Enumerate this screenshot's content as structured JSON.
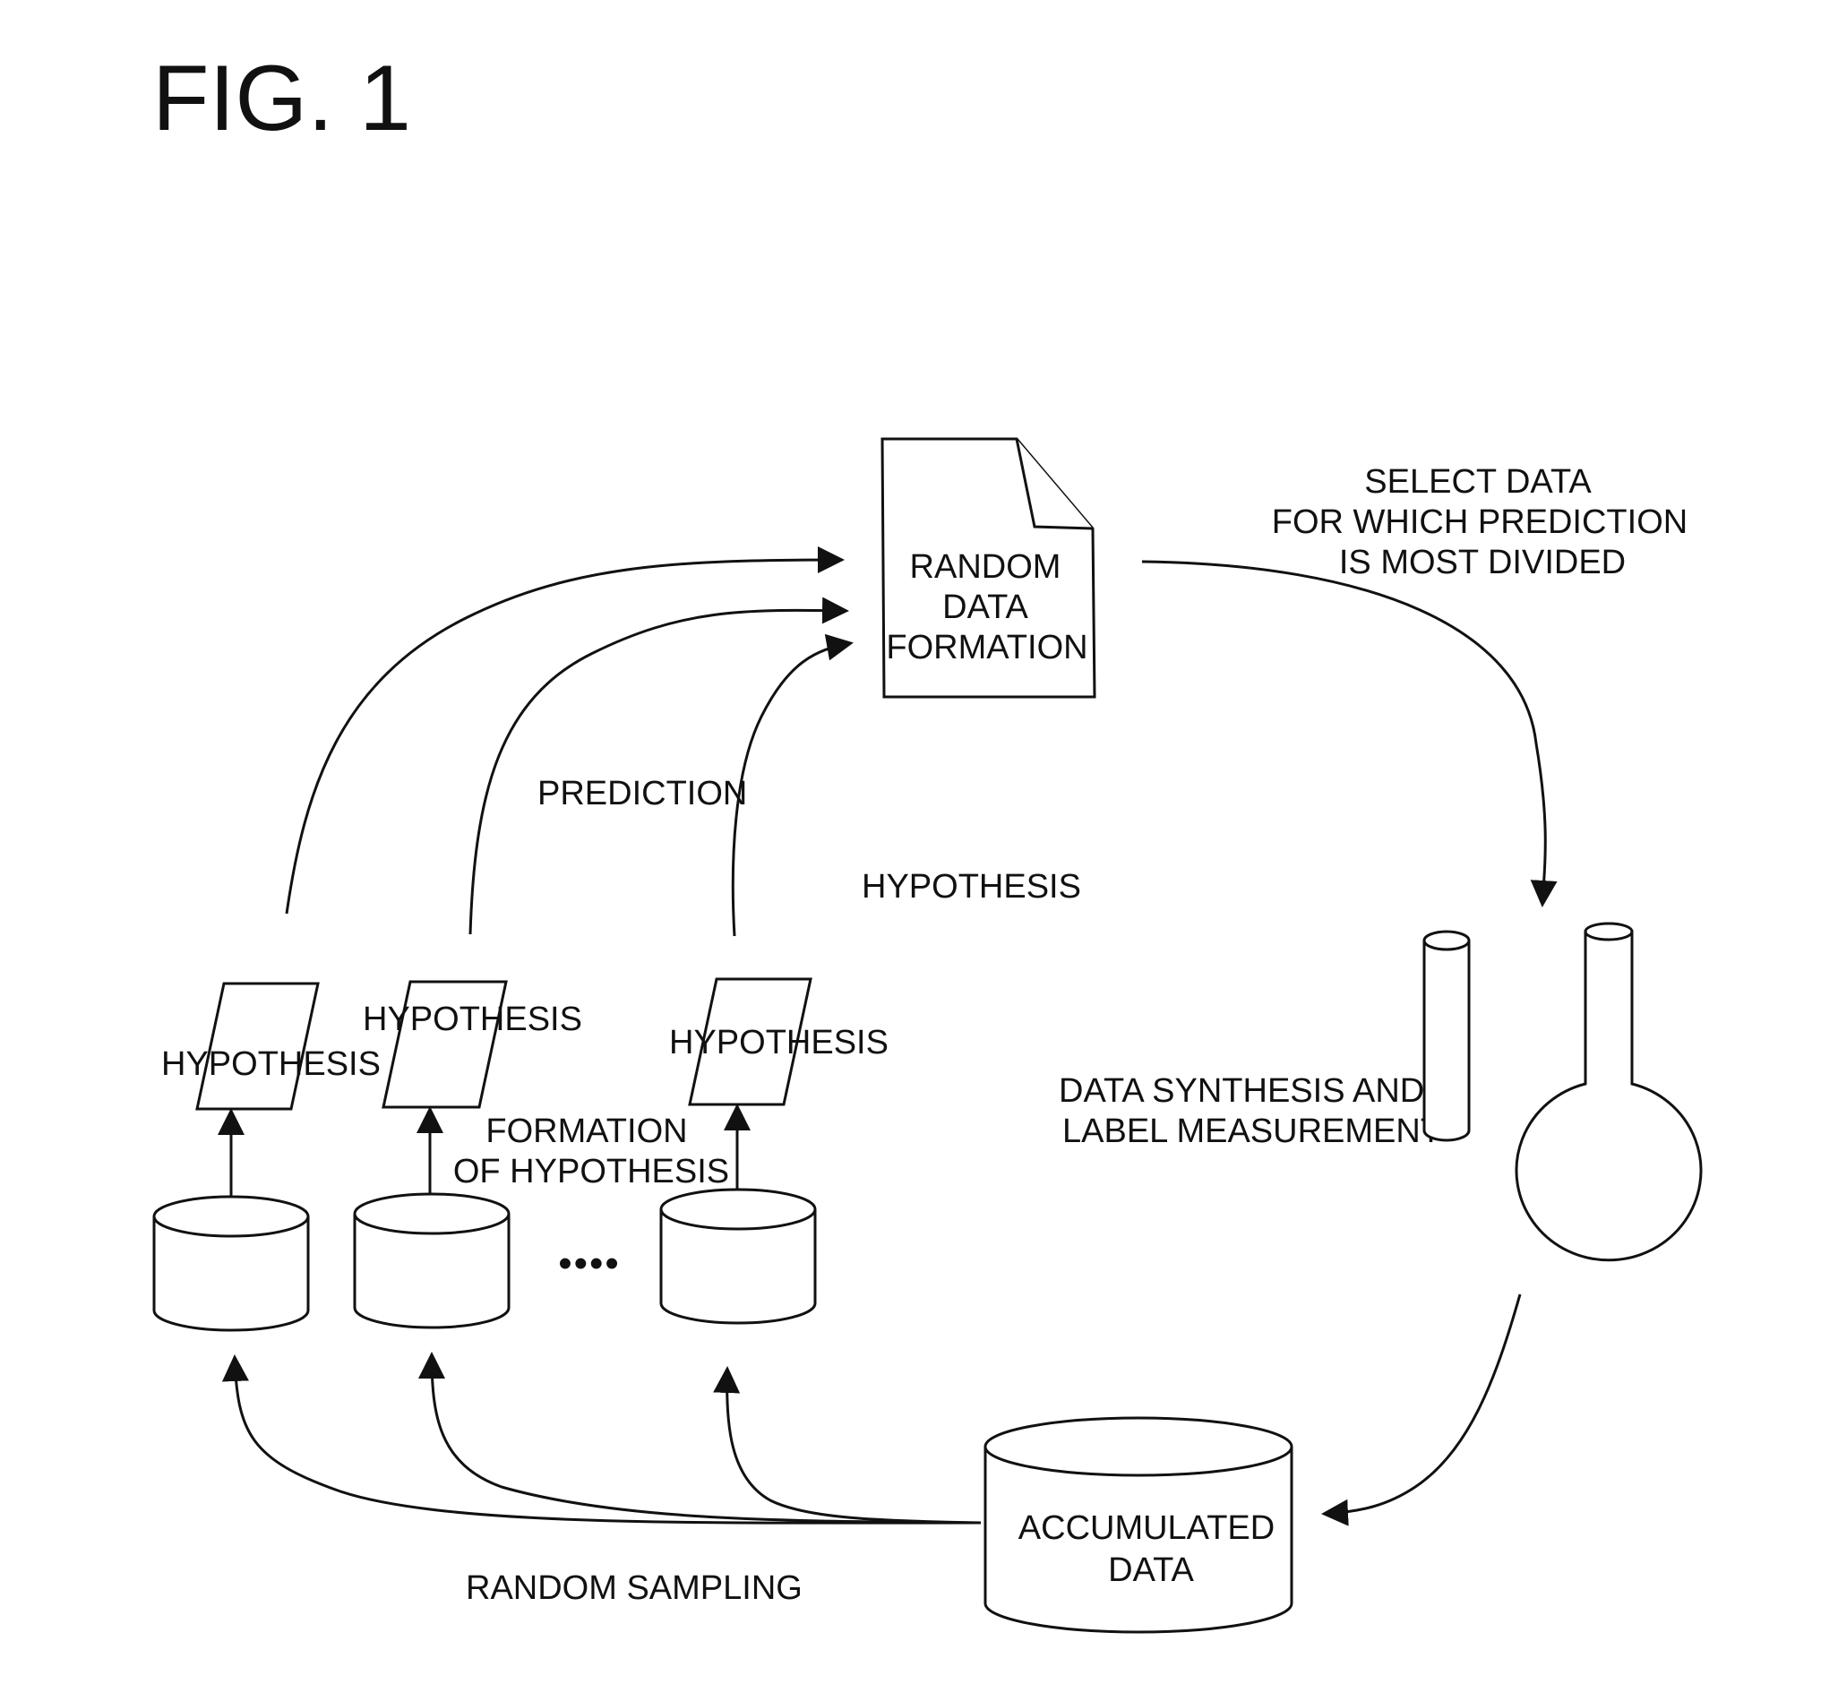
{
  "figure_title": "FIG. 1",
  "random_data_formation": [
    "RANDOM",
    "DATA",
    "FORMATION"
  ],
  "select_data": [
    "SELECT DATA",
    "FOR WHICH PREDICTION",
    "IS MOST DIVIDED"
  ],
  "prediction": "PREDICTION",
  "hypothesis_label": "HYPOTHESIS",
  "hypothesis_boxes": [
    "HYPOTHESIS",
    "HYPOTHESIS",
    "HYPOTHESIS"
  ],
  "formation_of_hypothesis": [
    "FORMATION",
    "OF HYPOTHESIS"
  ],
  "ellipsis": "••••",
  "data_synthesis": [
    "DATA SYNTHESIS AND",
    "LABEL MEASUREMENT"
  ],
  "accumulated_data": [
    "ACCUMULATED",
    "DATA"
  ],
  "random_sampling": "RANDOM SAMPLING"
}
